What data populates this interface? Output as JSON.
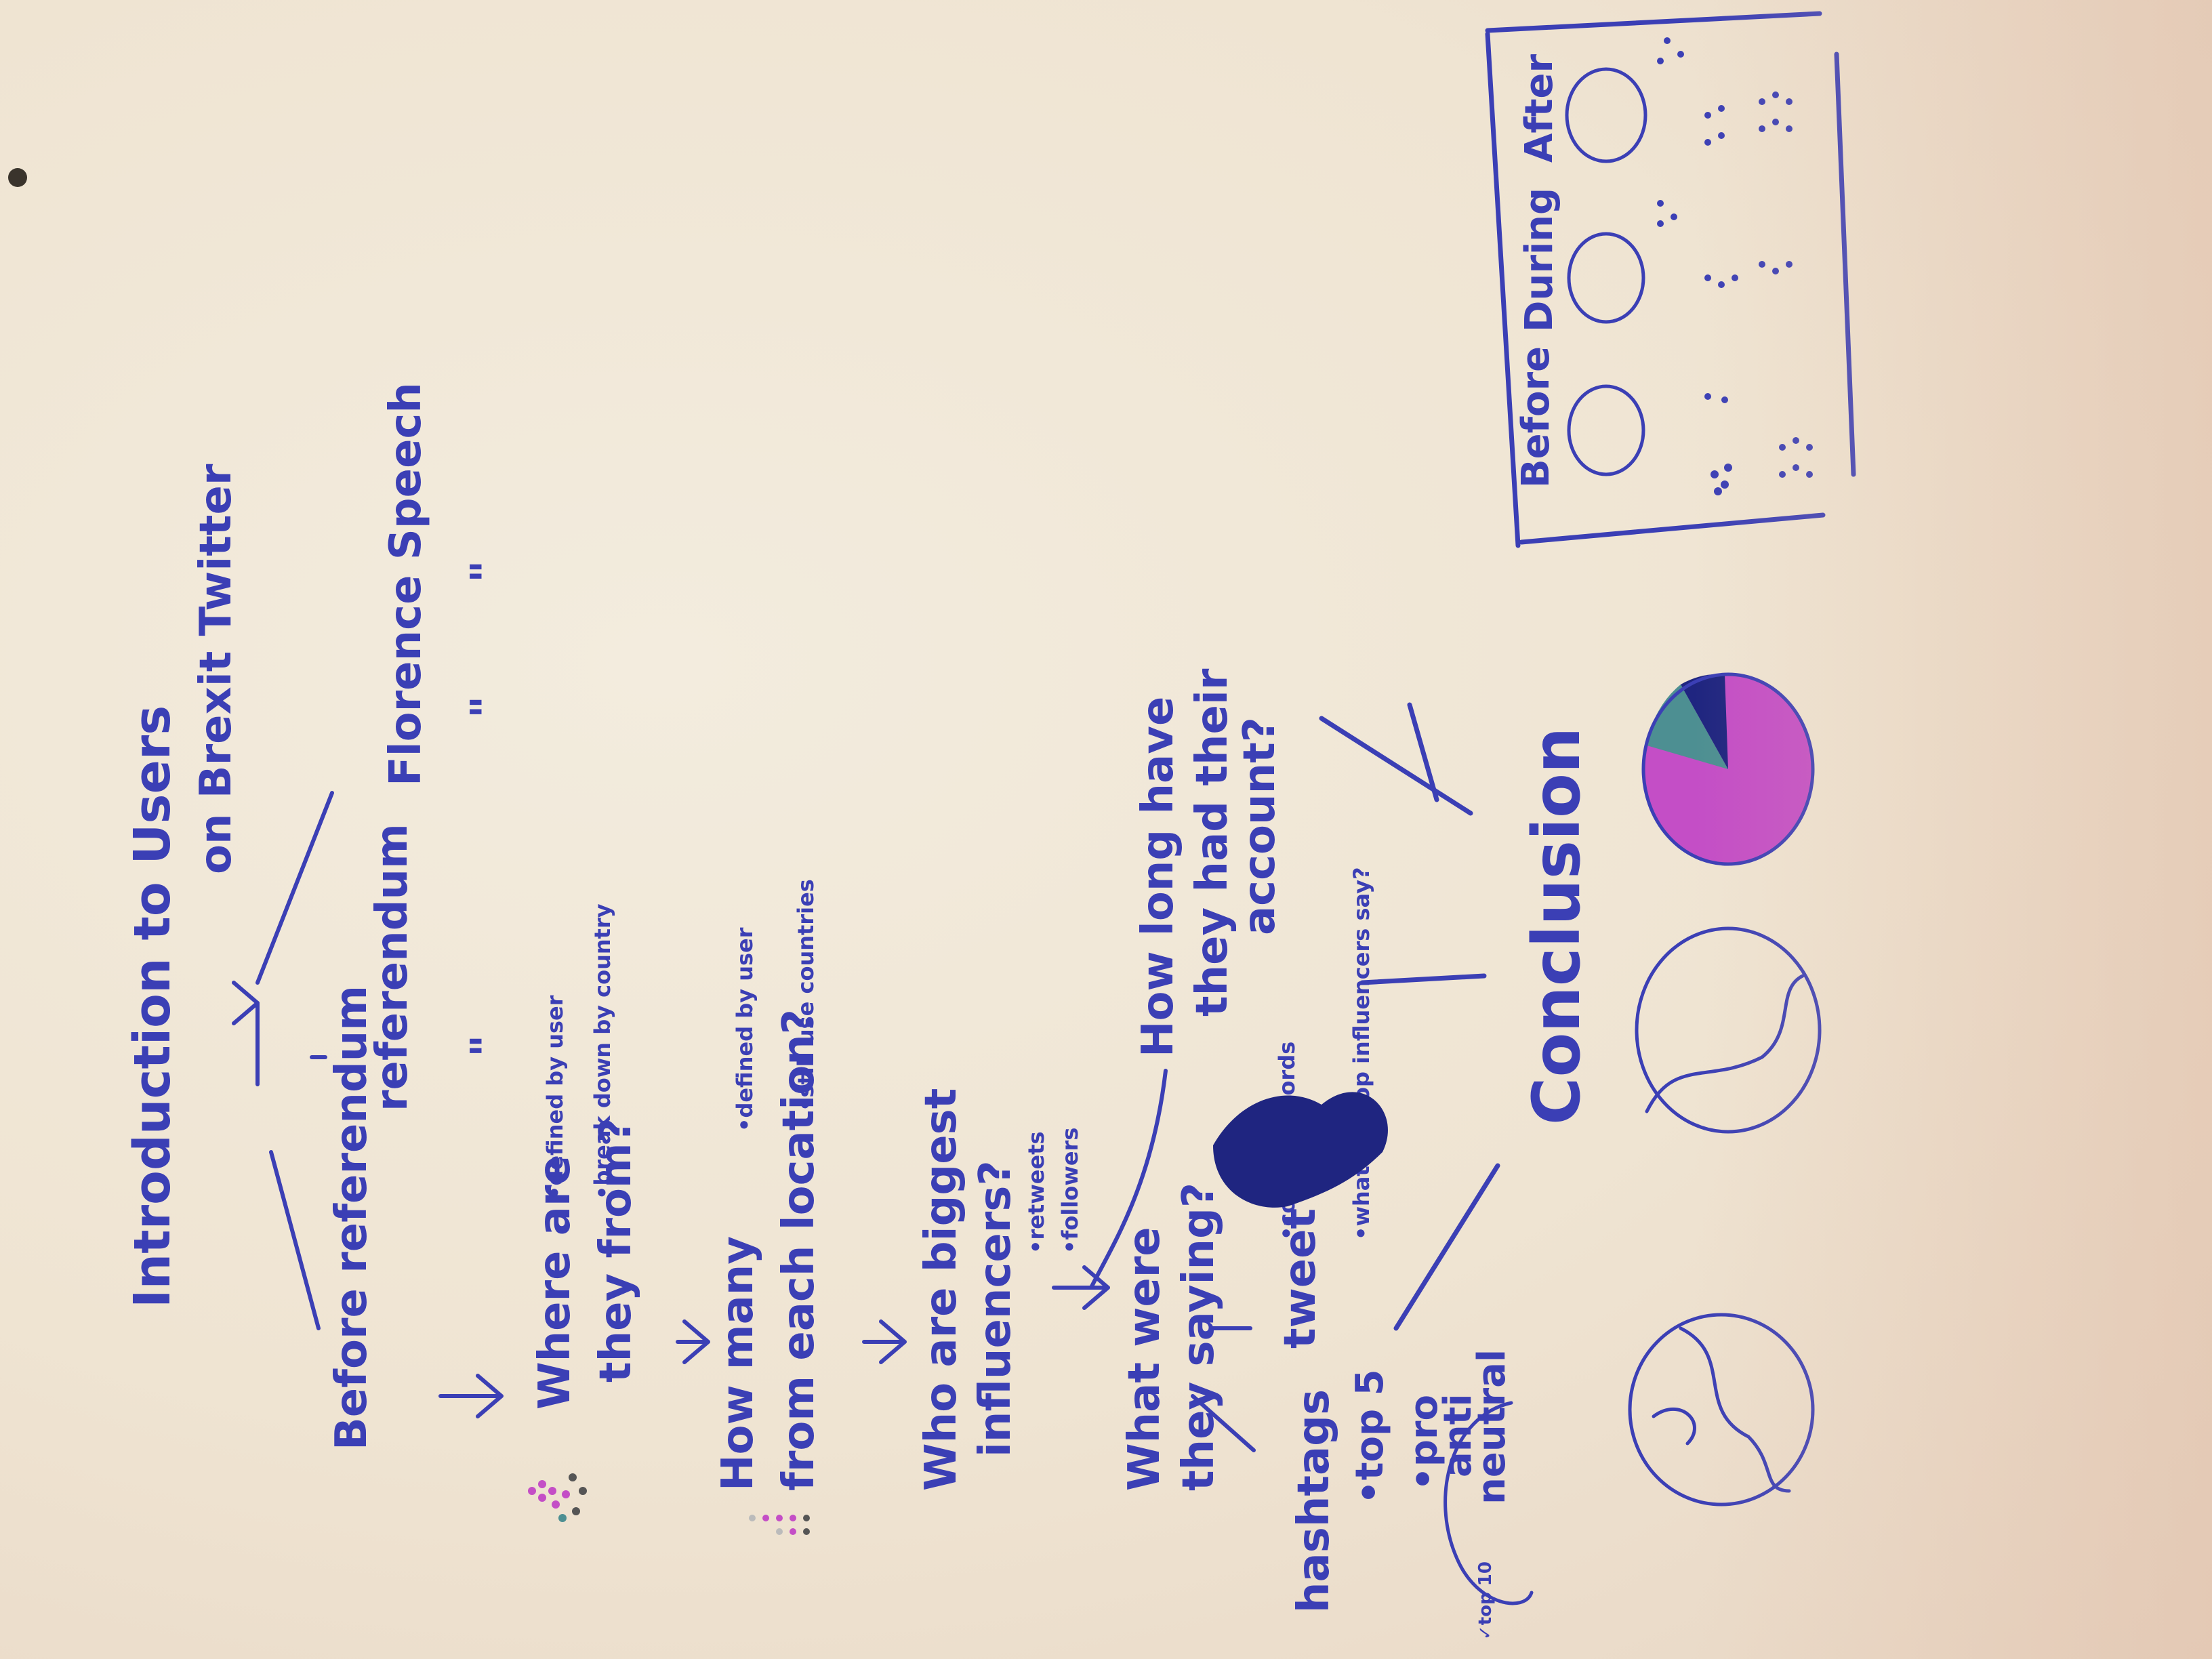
{
  "title": {
    "line1": "Introduction to Users",
    "line2": "on Brexit Twitter"
  },
  "timeline": {
    "before": "Before referendum",
    "referendum": "referendum",
    "florence": "Florence Speech",
    "ditto": "\""
  },
  "questions": {
    "where": {
      "line1": "Where are",
      "line2": "they from?",
      "note1": "•defined by user",
      "note2": "•break down by country"
    },
    "how_many": {
      "line1": "How many",
      "line2": "from each location?",
      "note1": "•defined by user",
      "note2": "•still use countries"
    },
    "influencers": {
      "line1": "Who are biggest",
      "line2": "influencers?",
      "note1": "•retweets",
      "note2": "•followers"
    },
    "saying": {
      "line1": "What were",
      "line2": "they saying?"
    },
    "account": {
      "line1": "How long have",
      "line2": "they had their",
      "line3": "account?"
    }
  },
  "branches": {
    "hashtags": {
      "label": "hashtags",
      "note": "•top 5"
    },
    "sentiment": {
      "line1": "•pro",
      "line2": "anti",
      "line3": "neutral",
      "note": "✓top 10"
    },
    "tweet": {
      "label": "tweet",
      "note1": "•common words",
      "note2": "•what did top influencers say?"
    }
  },
  "conclusion": "Conclusion",
  "comparison_panel": {
    "columns": [
      "Before",
      "During",
      "After"
    ]
  },
  "colors": {
    "ink": "#3b3fb5",
    "magenta": "#c44ec6",
    "teal": "#4d8f92",
    "navy": "#1f2580",
    "paper": "#efe6d8"
  }
}
